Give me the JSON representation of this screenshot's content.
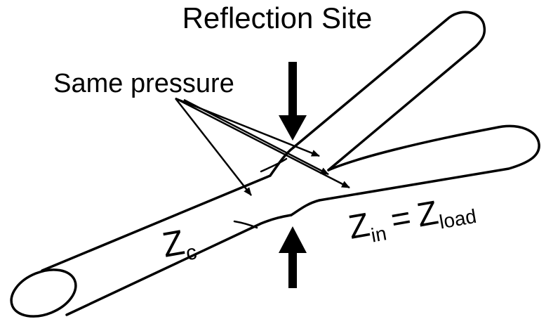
{
  "title": "Reflection Site",
  "annotation": "Same pressure",
  "labels": {
    "parent_z": "Z",
    "parent_sub": "c",
    "branch_z_in": "Z",
    "branch_in_sub": "in",
    "equals": "=",
    "branch_z_load": "Z",
    "branch_load_sub": "load"
  },
  "colors": {
    "stroke": "#000000",
    "background": "#ffffff"
  }
}
